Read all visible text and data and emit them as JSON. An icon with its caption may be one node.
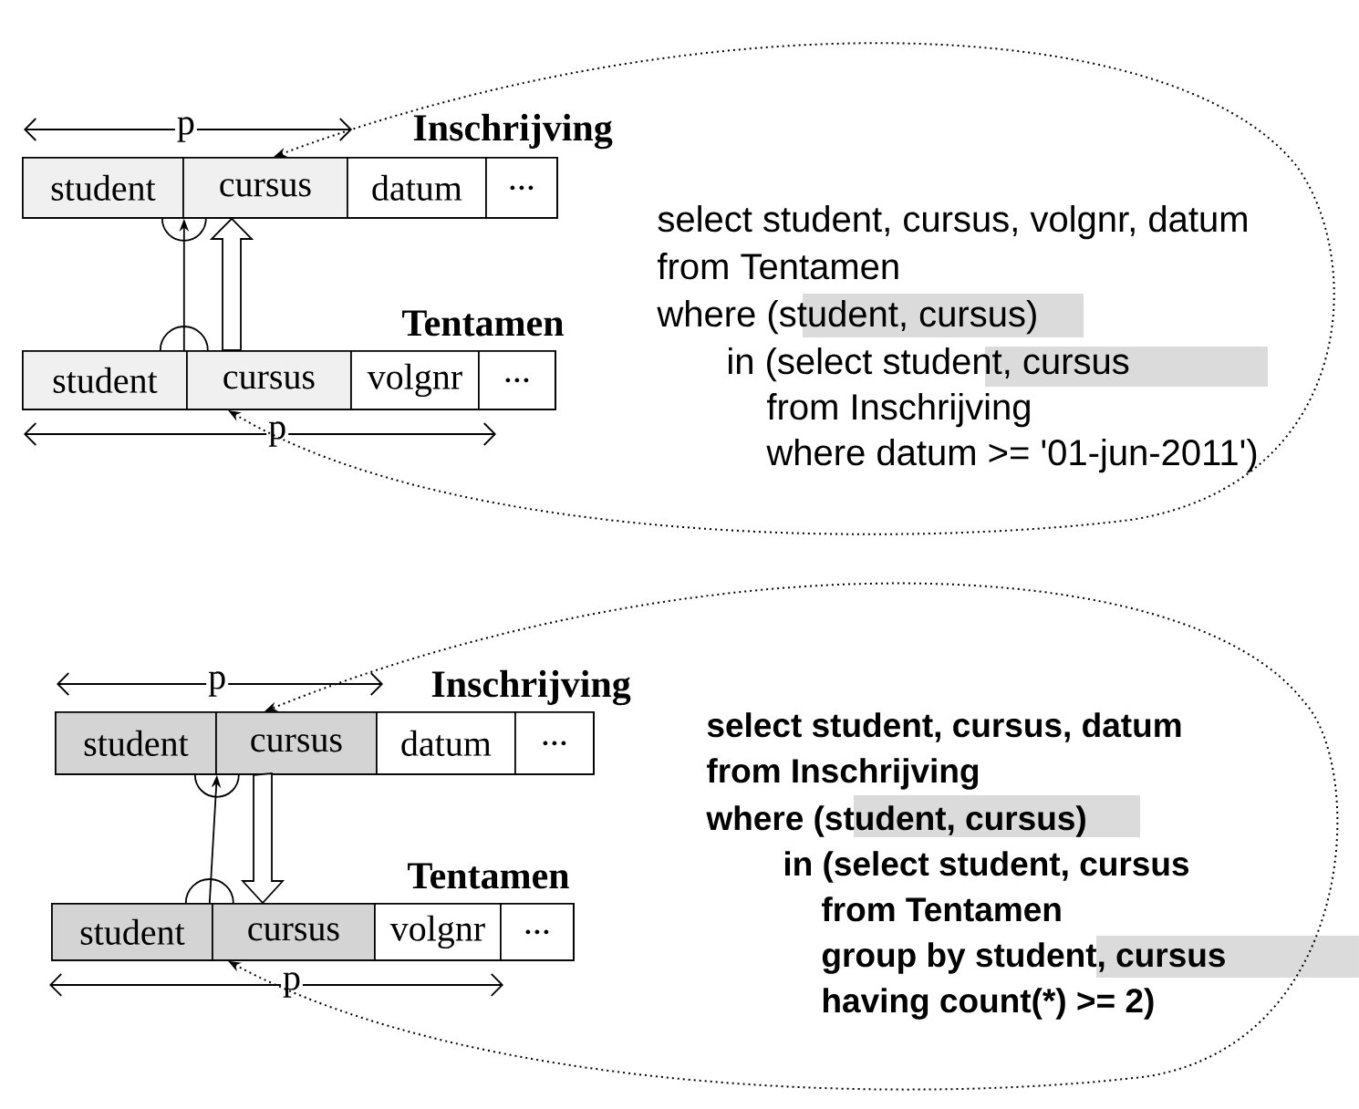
{
  "diagram": {
    "nodes": [
      {
        "text": [
          "Inschrijving"
        ]
      },
      {
        "text": [
          "student"
        ],
        "in": 0
      },
      {
        "text": [
          "cursus"
        ],
        "in": 0
      },
      {
        "text": [
          "datum"
        ],
        "in": 0
      },
      {
        "text": [
          "..."
        ],
        "in": 0
      },
      {
        "text": [
          "Tentamen"
        ]
      },
      {
        "text": [
          "student"
        ],
        "in": 5
      },
      {
        "text": [
          "cursus"
        ],
        "in": 5
      },
      {
        "text": [
          "volgnr"
        ],
        "in": 5
      },
      {
        "text": [
          "..."
        ],
        "in": 5
      },
      {
        "text": [
          "Inschrijving"
        ]
      },
      {
        "text": [
          "student"
        ],
        "in": 10
      },
      {
        "text": [
          "cursus"
        ],
        "in": 10
      },
      {
        "text": [
          "datum"
        ],
        "in": 10
      },
      {
        "text": [
          "..."
        ],
        "in": 10
      },
      {
        "text": [
          "Tentamen"
        ]
      },
      {
        "text": [
          "student"
        ],
        "in": 15
      },
      {
        "text": [
          "cursus"
        ],
        "in": 15
      },
      {
        "text": [
          "volgnr"
        ],
        "in": 15
      },
      {
        "text": [
          "..."
        ],
        "in": 15
      }
    ],
    "edges": [
      {
        "from": 6,
        "to": 1,
        "arrow": "to"
      },
      {
        "from": 7,
        "to": 2,
        "arrow": "to"
      },
      {
        "from": 7,
        "to": 2,
        "arrow": "to",
        "style": "thick"
      },
      {
        "from": 5,
        "to": 0,
        "arrow": "both",
        "style": "dashed"
      },
      {
        "from": 16,
        "to": 11,
        "arrow": "to"
      },
      {
        "from": 17,
        "to": 12,
        "arrow": "to"
      },
      {
        "from": 12,
        "to": 17,
        "arrow": "to",
        "style": "thick"
      },
      {
        "from": 15,
        "to": 10,
        "arrow": "both",
        "style": "dashed"
      }
    ],
    "labels": [
      "p",
      "select student, cursus, volgnr, datum",
      "from   Tentamen",
      "where  (student, cursus)",
      "in (select student, cursus",
      "from   Inschrijving",
      "where  datum >= '01-jun-2011')",
      "p",
      "p",
      "select student, cursus, datum",
      "from   Inschrijving",
      "where  (student, cursus)",
      "in (select   student, cursus",
      "from     Tentamen",
      "group by student, cursus",
      "having   count(*) >= 2)",
      "p"
    ]
  }
}
